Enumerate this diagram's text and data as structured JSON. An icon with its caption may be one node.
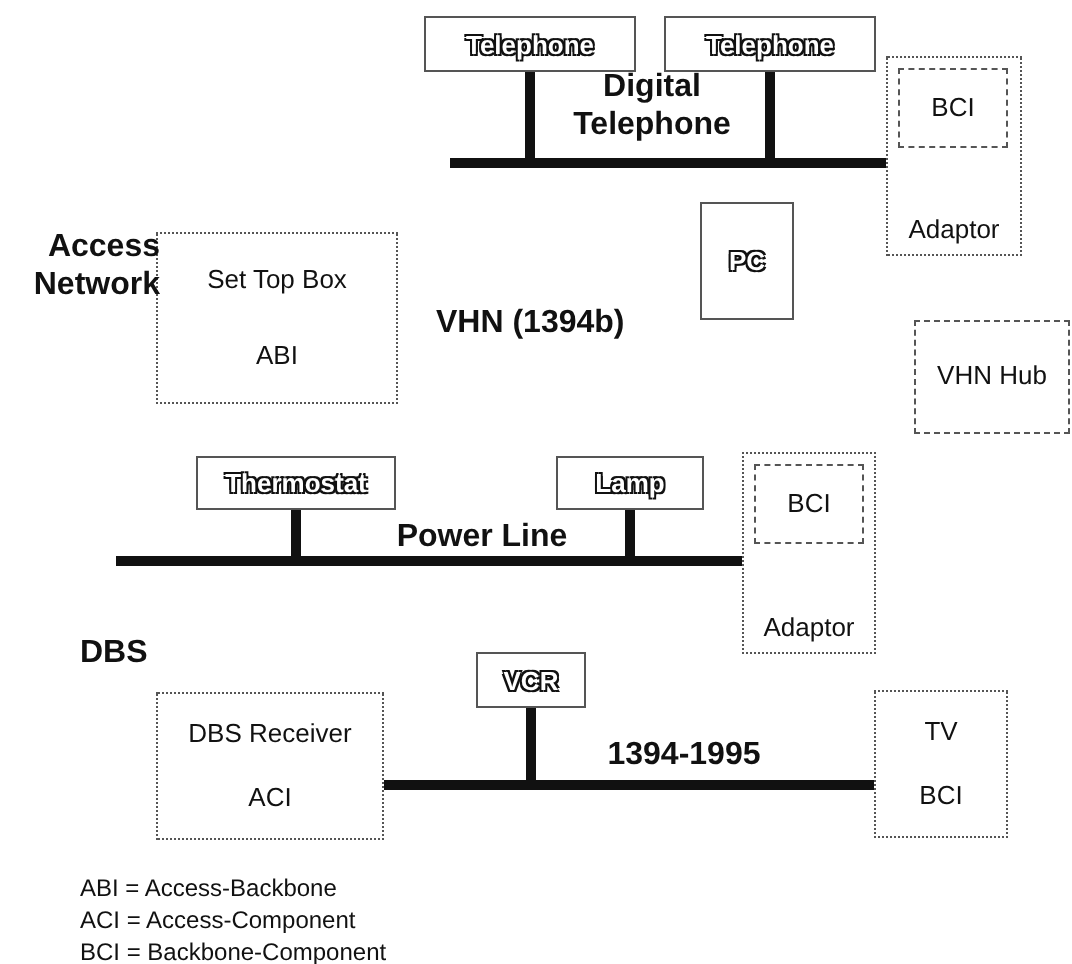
{
  "diagram": {
    "nodes": [
      {
        "text": [
          "Telephone"
        ]
      },
      {
        "text": [
          "Telephone"
        ]
      },
      {
        "text": [],
        "shape": "bar",
        "beside": [
          "Digital Telephone"
        ]
      },
      {
        "text": [
          "Adaptor"
        ]
      },
      {
        "text": [
          "BCI"
        ],
        "in": 3
      },
      {
        "text": [
          "PC"
        ]
      },
      {
        "text": [
          "Set Top Box",
          "ABI"
        ]
      },
      {
        "text": [
          "VHN Hub"
        ]
      },
      {
        "text": [
          "Thermostat"
        ]
      },
      {
        "text": [
          "Lamp"
        ]
      },
      {
        "text": [],
        "shape": "bar",
        "beside": [
          "Power Line"
        ]
      },
      {
        "text": [
          "Adaptor"
        ]
      },
      {
        "text": [
          "BCI"
        ],
        "in": 11
      },
      {
        "text": [
          "VCR"
        ]
      },
      {
        "text": [
          "DBS Receiver",
          "ACI"
        ]
      },
      {
        "text": [],
        "shape": "bar",
        "beside": [
          "1394-1995"
        ]
      },
      {
        "text": [
          "TV",
          "BCI"
        ]
      }
    ],
    "edges": [
      {
        "from": 0,
        "to": 2,
        "arrow": "none"
      },
      {
        "from": 1,
        "to": 2,
        "arrow": "none"
      },
      {
        "from": 8,
        "to": 10,
        "arrow": "none"
      },
      {
        "from": 9,
        "to": 10,
        "arrow": "none"
      },
      {
        "from": 13,
        "to": 15,
        "arrow": "none"
      }
    ],
    "labels": [
      "Access Network",
      "VHN (1394b)",
      "DBS",
      "ABI = Access-Backbone",
      "ACI = Access-Component",
      "BCI = Backbone-Component"
    ]
  }
}
